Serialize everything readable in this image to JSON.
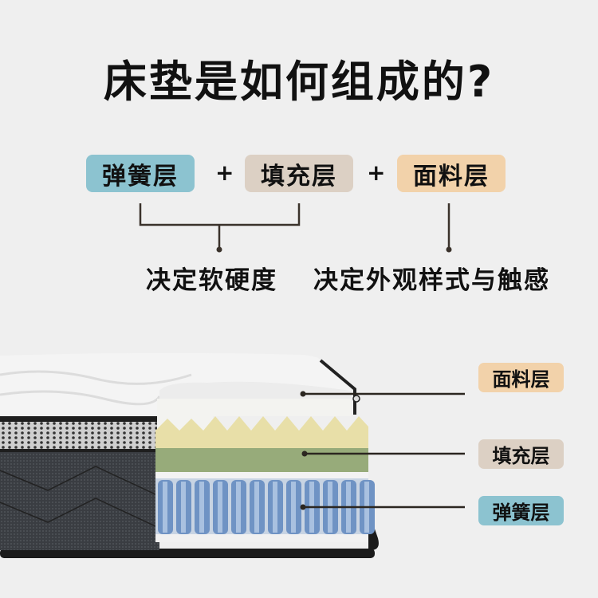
{
  "title": "床垫是如何组成的?",
  "layers": [
    {
      "label": "弹簧层",
      "color": "#8cc3d0"
    },
    {
      "label": "填充层",
      "color": "#dcd0c4"
    },
    {
      "label": "面料层",
      "color": "#f2d2aa"
    }
  ],
  "plus": "+",
  "captions": {
    "hardness": "决定软硬度",
    "appearance": "决定外观样式与触感"
  },
  "diagram_labels": {
    "fabric": "面料层",
    "filling": "填充层",
    "spring": "弹簧层"
  }
}
